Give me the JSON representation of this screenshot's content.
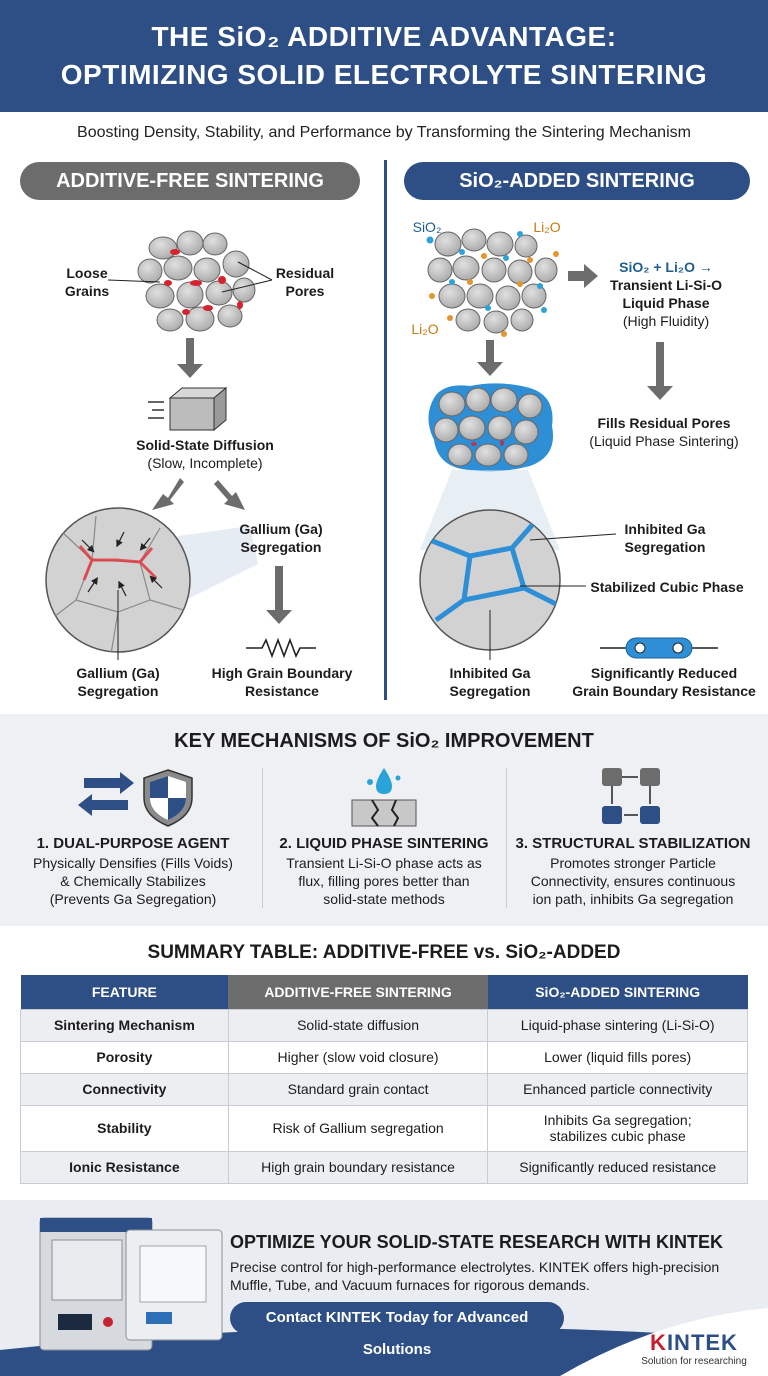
{
  "header": {
    "title_line1": "THE SiO₂ ADDITIVE ADVANTAGE:",
    "title_line2": "OPTIMIZING SOLID ELECTROLYTE SINTERING",
    "subtitle": "Boosting Density, Stability, and Performance by Transforming the Sintering Mechanism"
  },
  "left": {
    "title": "ADDITIVE-FREE SINTERING",
    "loose_grains": [
      "Loose",
      "Grains"
    ],
    "residual_pores": [
      "Residual",
      "Pores"
    ],
    "diffusion": [
      "Solid-State Diffusion",
      "(Slow, Incomplete)"
    ],
    "ga_segregation_right": [
      "Gallium (Ga)",
      "Segregation"
    ],
    "ga_segregation_bottom": [
      "Gallium (Ga)",
      "Segregation"
    ],
    "high_resistance": [
      "High Grain Boundary",
      "Resistance"
    ]
  },
  "right": {
    "title": "SiO₂-ADDED SINTERING",
    "sio2_tag": "SiO₂",
    "li2o_tag_top": "Li₂O",
    "li2o_tag_bottom": "Li₂O",
    "reaction": [
      "SiO₂ + Li₂O →",
      "Transient Li-Si-O",
      "Liquid Phase",
      "(High Fluidity)"
    ],
    "fills": [
      "Fills Residual Pores",
      "(Liquid Phase Sintering)"
    ],
    "inhibited_right": [
      "Inhibited Ga",
      "Segregation"
    ],
    "stabilized": "Stabilized Cubic Phase",
    "inhibited_bottom": [
      "Inhibited Ga",
      "Segregation"
    ],
    "reduced_resistance": [
      "Significantly Reduced",
      "Grain Boundary Resistance"
    ]
  },
  "mechanisms": {
    "title": "KEY MECHANISMS OF SiO₂ IMPROVEMENT",
    "items": [
      {
        "heading": "1. DUAL-PURPOSE AGENT",
        "lines": [
          "Physically Densifies (Fills Voids)",
          "& Chemically Stabilizes",
          "(Prevents Ga Segregation)"
        ]
      },
      {
        "heading": "2. LIQUID PHASE SINTERING",
        "lines": [
          "Transient Li-Si-O phase acts as",
          "flux, filling pores better than",
          "solid-state methods"
        ]
      },
      {
        "heading": "3. STRUCTURAL STABILIZATION",
        "lines": [
          "Promotes stronger Particle",
          "Connectivity, ensures continuous",
          "ion path, inhibits Ga segregation"
        ]
      }
    ]
  },
  "table": {
    "title": "SUMMARY TABLE: ADDITIVE-FREE vs. SiO₂-ADDED",
    "headers": [
      "FEATURE",
      "ADDITIVE-FREE SINTERING",
      "SiO₂-ADDED SINTERING"
    ],
    "rows": [
      [
        "Sintering Mechanism",
        "Solid-state diffusion",
        "Liquid-phase sintering (Li-Si-O)"
      ],
      [
        "Porosity",
        "Higher (slow void closure)",
        "Lower (liquid fills pores)"
      ],
      [
        "Connectivity",
        "Standard grain contact",
        "Enhanced particle connectivity"
      ],
      [
        "Stability",
        "Risk of Gallium segregation",
        "Inhibits Ga segregation;\nstabilizes cubic phase"
      ],
      [
        "Ionic Resistance",
        "High grain boundary resistance",
        "Significantly reduced resistance"
      ]
    ]
  },
  "promo": {
    "heading": "OPTIMIZE YOUR SOLID-STATE RESEARCH WITH KINTEK",
    "body": "Precise control for high-performance electrolytes. KINTEK offers high-precision Muffle, Tube, and Vacuum furnaces for rigorous demands.",
    "cta": "Contact KINTEK Today for Advanced Solutions",
    "logo_k": "K",
    "logo_rest": "INTEK",
    "logo_tagline": "Solution for researching"
  },
  "colors": {
    "navy": "#2d4f86",
    "gray": "#6c6c6c",
    "grain": "#c8c8c8",
    "pore_red": "#d6232f",
    "liquid_blue": "#2e8fd6",
    "li2o_orange": "#e0982e",
    "sio2_blue": "#2aa3d8"
  },
  "icons": [
    "arrows-exchange-icon",
    "shield-icon",
    "droplet-crack-icon",
    "flow-nodes-icon",
    "resistor-icon",
    "furnace-icon"
  ]
}
